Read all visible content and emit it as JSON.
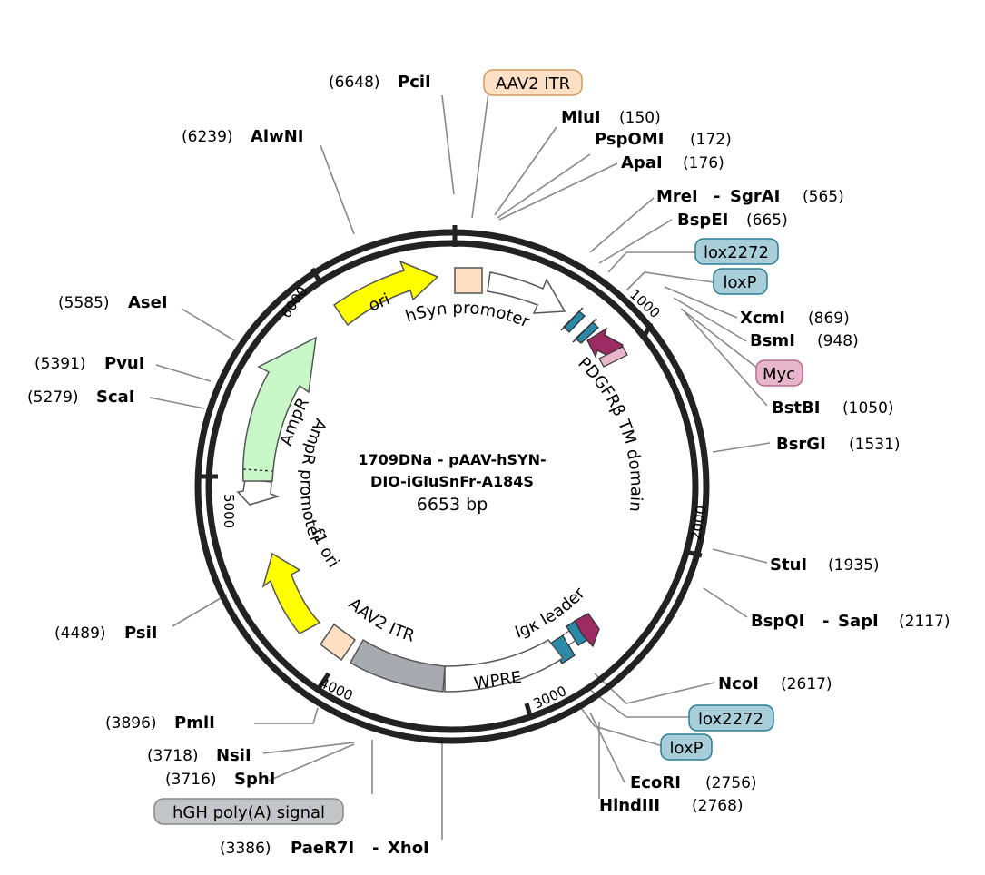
{
  "plasmid": {
    "name_line1": "1709DNa - pAAV-hSYN-",
    "name_line2": "DIO-iGluSnFr-A184S",
    "size": "6653 bp"
  },
  "ticks": {
    "t1000": "1000",
    "t2000": "2000",
    "t3000": "3000",
    "t4000": "4000",
    "t5000": "5000",
    "t6000": "6000"
  },
  "sites": {
    "pcil": {
      "pos": "(6648)",
      "name": "PciI"
    },
    "alwnl": {
      "pos": "(6239)",
      "name": "AlwNI"
    },
    "mlui": {
      "name": "MluI",
      "pos": "(150)"
    },
    "pspomi": {
      "name": "PspOMI",
      "pos": "(172)"
    },
    "apai": {
      "name": "ApaI",
      "pos": "(176)"
    },
    "mrei": {
      "name": "MreI",
      "sep": "-",
      "name2": "SgrAI",
      "pos": "(565)"
    },
    "bspei": {
      "name": "BspEI",
      "pos": "(665)"
    },
    "xcmi": {
      "name": "XcmI",
      "pos": "(869)"
    },
    "bsmi": {
      "name": "BsmI",
      "pos": "(948)"
    },
    "bstbi": {
      "name": "BstBI",
      "pos": "(1050)"
    },
    "bsrgi": {
      "name": "BsrGI",
      "pos": "(1531)"
    },
    "stui": {
      "name": "StuI",
      "pos": "(1935)"
    },
    "bspqi": {
      "name": "BspQI",
      "sep": "-",
      "name2": "SapI",
      "pos": "(2117)"
    },
    "ncoi": {
      "name": "NcoI",
      "pos": "(2617)"
    },
    "ecori": {
      "name": "EcoRI",
      "pos": "(2756)"
    },
    "hindiii": {
      "name": "HindIII",
      "pos": "(2768)"
    },
    "paer7i": {
      "pos": "(3386)",
      "name": "PaeR7I",
      "sep": "-",
      "name2": "XhoI"
    },
    "sphi": {
      "pos": "(3716)",
      "name": "SphI"
    },
    "nsii": {
      "pos": "(3718)",
      "name": "NsiI"
    },
    "pmli": {
      "pos": "(3896)",
      "name": "PmlI"
    },
    "psii": {
      "pos": "(4489)",
      "name": "PsiI"
    },
    "scai": {
      "pos": "(5279)",
      "name": "ScaI"
    },
    "pvui": {
      "pos": "(5391)",
      "name": "PvuI"
    },
    "asei": {
      "pos": "(5585)",
      "name": "AseI"
    }
  },
  "chips": {
    "aav2_itr_top": "AAV2 ITR",
    "lox2272_top": "lox2272",
    "loxp_top": "loxP",
    "myc": "Myc",
    "lox2272_bottom": "lox2272",
    "loxp_bottom": "loxP",
    "hgh": "hGH poly(A) signal"
  },
  "features": {
    "ori": "ori",
    "hsyn": "hSyn promoter",
    "pdgfrb": "PDGFRβ TM domain",
    "igk": "Igκ leader",
    "wpre": "WPRE",
    "aav2_itr_bottom": "AAV2 ITR",
    "f1ori": "f1 ori",
    "ampr_promoter": "AmpR promoter",
    "ampr": "AmpR"
  },
  "colors": {
    "ring": "#222222",
    "ori": "#ffff00",
    "itr": "#fde0c4",
    "lox": "#2a8aa8",
    "lox_chip": "#a8ced9",
    "myc_chip": "#e8b6cb",
    "pdgfr": "#9c2c63",
    "ampr": "#c8f8c8",
    "hgh": "#a7abb0",
    "chip_gray": "#c3c5c8",
    "leader": "#888888"
  }
}
